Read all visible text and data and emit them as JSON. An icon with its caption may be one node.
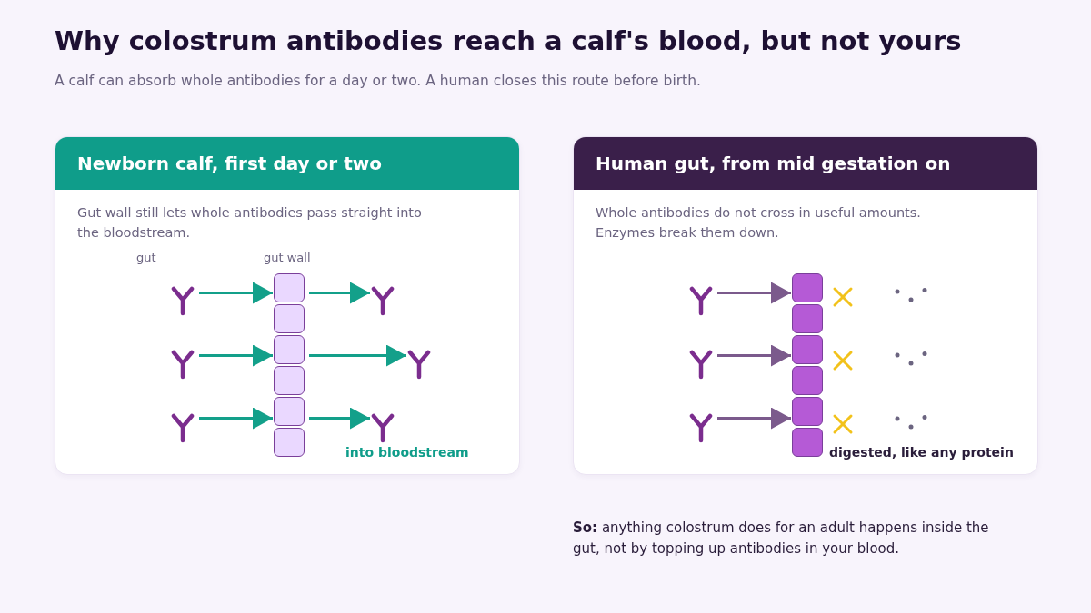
{
  "diagram": {
    "title": "Why colostrum antibodies reach a calf's blood, but not yours",
    "caption": "A calf can absorb whole antibodies for a day or two. A human closes this route before birth.",
    "nodes": [
      {
        "text": [
          "Newborn calf, first day or two",
          "Gut wall still lets whole antibodies pass straight into the bloodstream."
        ]
      },
      {
        "text": [
          "Human gut, from mid gestation on",
          "Whole antibodies do not cross in useful amounts. Enzymes break them down."
        ]
      },
      {
        "text": [],
        "shape": "antibody",
        "in": 0
      },
      {
        "text": [],
        "shape": "antibody",
        "in": 0
      },
      {
        "text": [],
        "shape": "antibody",
        "in": 0
      },
      {
        "text": [],
        "shape": "box",
        "in": 0
      },
      {
        "text": [],
        "shape": "box",
        "in": 0
      },
      {
        "text": [],
        "shape": "box",
        "in": 0
      },
      {
        "text": [],
        "shape": "box",
        "in": 0
      },
      {
        "text": [],
        "shape": "box",
        "in": 0
      },
      {
        "text": [],
        "shape": "box",
        "in": 0
      },
      {
        "text": [],
        "shape": "antibody",
        "in": 0
      },
      {
        "text": [],
        "shape": "antibody",
        "in": 0
      },
      {
        "text": [],
        "shape": "antibody",
        "in": 0
      },
      {
        "text": [],
        "shape": "antibody",
        "in": 1
      },
      {
        "text": [],
        "shape": "antibody",
        "in": 1
      },
      {
        "text": [],
        "shape": "antibody",
        "in": 1
      },
      {
        "text": [],
        "shape": "box",
        "in": 1
      },
      {
        "text": [],
        "shape": "box",
        "in": 1
      },
      {
        "text": [],
        "shape": "box",
        "in": 1
      },
      {
        "text": [],
        "shape": "box",
        "in": 1
      },
      {
        "text": [],
        "shape": "box",
        "in": 1
      },
      {
        "text": [],
        "shape": "box",
        "in": 1
      }
    ],
    "edges": [
      {
        "from": 2,
        "to": 5,
        "arrow": "to"
      },
      {
        "from": 3,
        "to": 7,
        "arrow": "to"
      },
      {
        "from": 4,
        "to": 9,
        "arrow": "to"
      },
      {
        "from": 5,
        "to": 11,
        "arrow": "to"
      },
      {
        "from": 7,
        "to": 12,
        "arrow": "to"
      },
      {
        "from": 9,
        "to": 13,
        "arrow": "to"
      },
      {
        "from": 14,
        "to": 17,
        "arrow": "to",
        "color": "#7b5a8c"
      },
      {
        "from": 15,
        "to": 19,
        "arrow": "to",
        "color": "#7b5a8c"
      },
      {
        "from": 16,
        "to": 21,
        "arrow": "to",
        "color": "#7b5a8c"
      }
    ],
    "labels": [
      "gut",
      "gut wall",
      "into bloodstream",
      "digested, like any protein",
      "**So:** anything colostrum does for an adult happens inside the gut, not by topping up antibodies in your blood."
    ]
  }
}
